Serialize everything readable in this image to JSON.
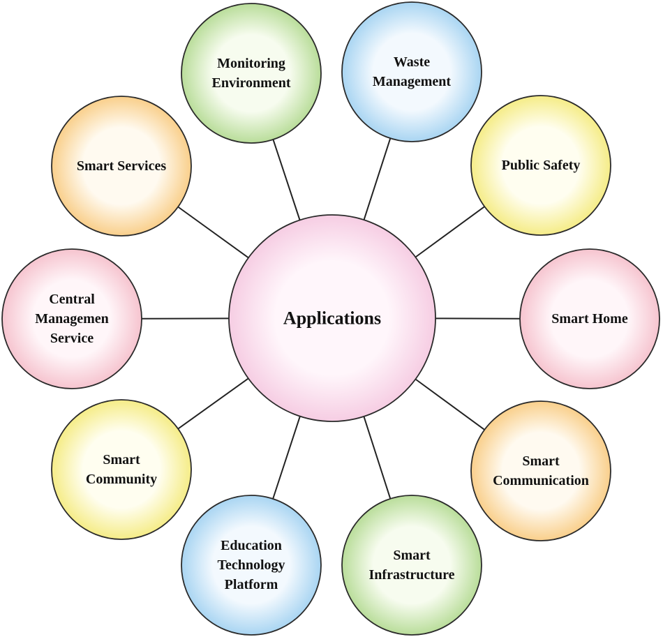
{
  "center": {
    "label": "Applications",
    "color": "pink"
  },
  "nodes": [
    {
      "id": "monitoring-environment",
      "lines": [
        "Monitoring",
        "Environment"
      ],
      "color": "green"
    },
    {
      "id": "waste-management",
      "lines": [
        "Waste",
        "Management"
      ],
      "color": "blue"
    },
    {
      "id": "public-safety",
      "lines": [
        "Public Safety"
      ],
      "color": "yellow"
    },
    {
      "id": "smart-home",
      "lines": [
        "Smart Home"
      ],
      "color": "pink"
    },
    {
      "id": "smart-communication",
      "lines": [
        "Smart",
        "Communication"
      ],
      "color": "orange"
    },
    {
      "id": "smart-infrastructure",
      "lines": [
        "Smart",
        "Infrastructure"
      ],
      "color": "green"
    },
    {
      "id": "education-technology-platform",
      "lines": [
        "Education",
        "Technology",
        "Platform"
      ],
      "color": "blue"
    },
    {
      "id": "smart-community",
      "lines": [
        "Smart",
        "Community"
      ],
      "color": "yellow"
    },
    {
      "id": "central-management-service",
      "lines": [
        "Central",
        "Managemen",
        "Service"
      ],
      "color": "pink"
    },
    {
      "id": "smart-services",
      "lines": [
        "Smart Services"
      ],
      "color": "orange"
    }
  ],
  "palette": {
    "green": {
      "inner": "#f7fcef",
      "outer": "#b9dd9a"
    },
    "blue": {
      "inner": "#f3f9fe",
      "outer": "#a9d5f2"
    },
    "yellow": {
      "inner": "#fffef0",
      "outer": "#f5ec87"
    },
    "pink": {
      "inner": "#fff6f9",
      "outer": "#f6c4cf"
    },
    "orange": {
      "inner": "#fffaf0",
      "outer": "#f9cf8b"
    }
  },
  "center_palette": {
    "inner": "#fff6fb",
    "outer": "#f6cde3"
  }
}
